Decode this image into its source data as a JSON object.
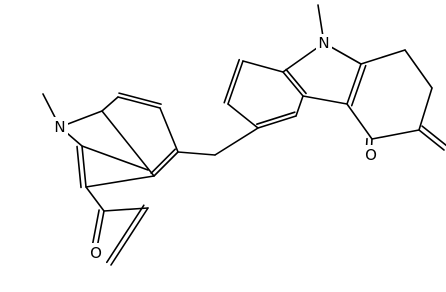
{
  "figure": {
    "kind": "chemical-structure",
    "background_color": "#ffffff",
    "bond_color": "#000000",
    "atom_labels": {
      "n_left": "N",
      "n_right": "N",
      "o_left": "O",
      "o_right": "O"
    }
  }
}
